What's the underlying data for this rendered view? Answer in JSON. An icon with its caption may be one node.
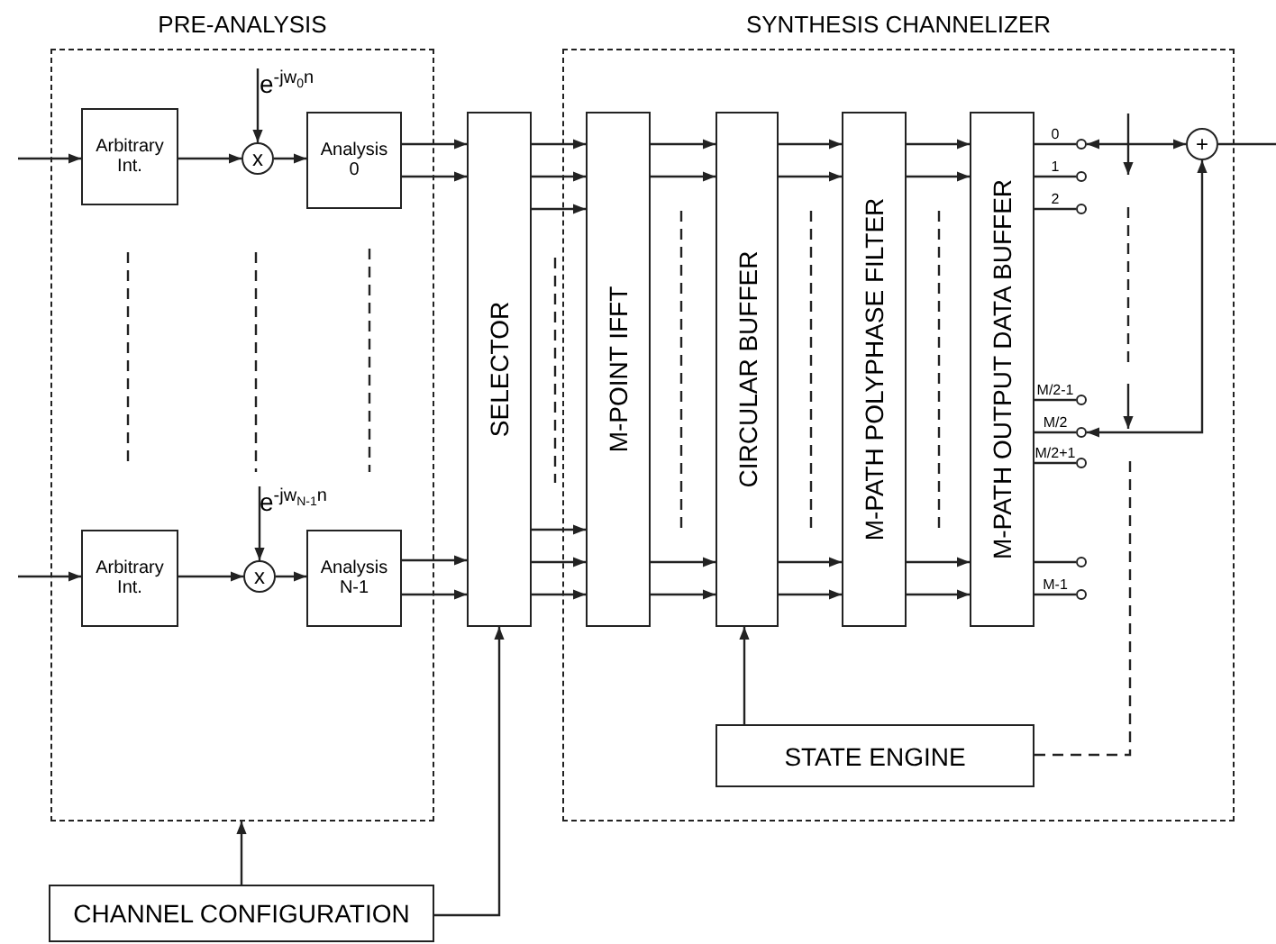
{
  "diagram": {
    "nodes": [
      {
        "text": [
          "PRE-ANALYSIS"
        ]
      },
      {
        "text": [
          "e$^{-jw}$$_{0}$$^{n}$"
        ],
        "in": 0
      },
      {
        "text": [
          "Arbitrary Int."
        ],
        "in": 0
      },
      {
        "text": [
          "x"
        ],
        "in": 0
      },
      {
        "text": [
          "Analysis 0"
        ],
        "in": 0
      },
      {
        "text": [
          "e$^{-jw}$$_{N-1}$$^{n}$"
        ],
        "in": 0
      },
      {
        "text": [
          "Arbitrary Int."
        ],
        "in": 0
      },
      {
        "text": [
          "x"
        ],
        "in": 0
      },
      {
        "text": [
          "Analysis N-1"
        ],
        "in": 0
      },
      {
        "text": [
          "SELECTOR"
        ]
      },
      {
        "text": [
          "SYNTHESIS CHANNELIZER"
        ]
      },
      {
        "text": [
          "M-POINT IFFT"
        ],
        "in": 10
      },
      {
        "text": [
          "CIRCULAR BUFFER"
        ],
        "in": 10
      },
      {
        "text": [
          "M-PATH POLYPHASE FILTER"
        ],
        "in": 10
      },
      {
        "text": [
          "M-PATH OUTPUT DATA BUFFER"
        ],
        "in": 10
      },
      {
        "text": [],
        "shape": "circle",
        "in": 10
      },
      {
        "text": [],
        "shape": "circle",
        "in": 10
      },
      {
        "text": [],
        "shape": "circle",
        "in": 10
      },
      {
        "text": [],
        "shape": "circle",
        "in": 10
      },
      {
        "text": [],
        "shape": "circle",
        "in": 10
      },
      {
        "text": [],
        "shape": "circle",
        "in": 10
      },
      {
        "text": [],
        "shape": "circle",
        "in": 10
      },
      {
        "text": [],
        "shape": "circle",
        "in": 10
      },
      {
        "text": [
          "+"
        ],
        "in": 10
      },
      {
        "text": [
          "STATE ENGINE"
        ],
        "in": 10
      },
      {
        "text": [
          "CHANNEL CONFIGURATION"
        ]
      }
    ],
    "edges": [
      {
        "from": null,
        "to": 2,
        "arrow": "to"
      },
      {
        "from": 2,
        "to": 3,
        "arrow": "to"
      },
      {
        "from": 1,
        "to": 3,
        "arrow": "to"
      },
      {
        "from": 3,
        "to": 4,
        "arrow": "to"
      },
      {
        "from": 4,
        "to": 9,
        "arrow": "to"
      },
      {
        "from": 4,
        "to": 9,
        "arrow": "to"
      },
      {
        "from": null,
        "to": 6,
        "arrow": "to"
      },
      {
        "from": 6,
        "to": 7,
        "arrow": "to"
      },
      {
        "from": 5,
        "to": 7,
        "arrow": "to"
      },
      {
        "from": 7,
        "to": 8,
        "arrow": "to"
      },
      {
        "from": 8,
        "to": 9,
        "arrow": "to"
      },
      {
        "from": 8,
        "to": 9,
        "arrow": "to"
      },
      {
        "from": 9,
        "to": 11,
        "arrow": "to"
      },
      {
        "from": 9,
        "to": 11,
        "arrow": "to"
      },
      {
        "from": 9,
        "to": 11,
        "arrow": "to"
      },
      {
        "from": 9,
        "to": 11,
        "arrow": "to"
      },
      {
        "from": 9,
        "to": 11,
        "arrow": "to"
      },
      {
        "from": 9,
        "to": 11,
        "arrow": "to"
      },
      {
        "from": 11,
        "to": 12,
        "arrow": "to"
      },
      {
        "from": 11,
        "to": 12,
        "arrow": "to"
      },
      {
        "from": 11,
        "to": 12,
        "arrow": "to"
      },
      {
        "from": 11,
        "to": 12,
        "arrow": "to"
      },
      {
        "from": 12,
        "to": 13,
        "arrow": "to"
      },
      {
        "from": 12,
        "to": 13,
        "arrow": "to"
      },
      {
        "from": 12,
        "to": 13,
        "arrow": "to"
      },
      {
        "from": 12,
        "to": 13,
        "arrow": "to"
      },
      {
        "from": 13,
        "to": 14,
        "arrow": "to"
      },
      {
        "from": 13,
        "to": 14,
        "arrow": "to"
      },
      {
        "from": 13,
        "to": 14,
        "arrow": "to"
      },
      {
        "from": 13,
        "to": 14,
        "arrow": "to"
      },
      {
        "from": 14,
        "to": 15,
        "arrow": "none",
        "label": "0"
      },
      {
        "from": 14,
        "to": 16,
        "arrow": "none",
        "label": "1"
      },
      {
        "from": 14,
        "to": 17,
        "arrow": "none",
        "label": "2"
      },
      {
        "from": 14,
        "to": 18,
        "arrow": "none",
        "label": "M/2-1"
      },
      {
        "from": 14,
        "to": 19,
        "arrow": "none",
        "label": "M/2"
      },
      {
        "from": 14,
        "to": 20,
        "arrow": "none",
        "label": "M/2+1"
      },
      {
        "from": 14,
        "to": 21,
        "arrow": "none"
      },
      {
        "from": 14,
        "to": 22,
        "arrow": "none",
        "label": "M-1"
      },
      {
        "from": 15,
        "to": 23,
        "arrow": "both"
      },
      {
        "from": 19,
        "to": 23,
        "arrow": "both"
      },
      {
        "from": 23,
        "to": null,
        "arrow": "none"
      },
      {
        "from": 24,
        "to": 12,
        "arrow": "to"
      },
      {
        "from": 25,
        "to": 0,
        "arrow": "to"
      },
      {
        "from": 25,
        "to": 9,
        "arrow": "to"
      },
      {
        "from": 24,
        "to": null,
        "arrow": "none",
        "style": "dashed"
      }
    ]
  }
}
